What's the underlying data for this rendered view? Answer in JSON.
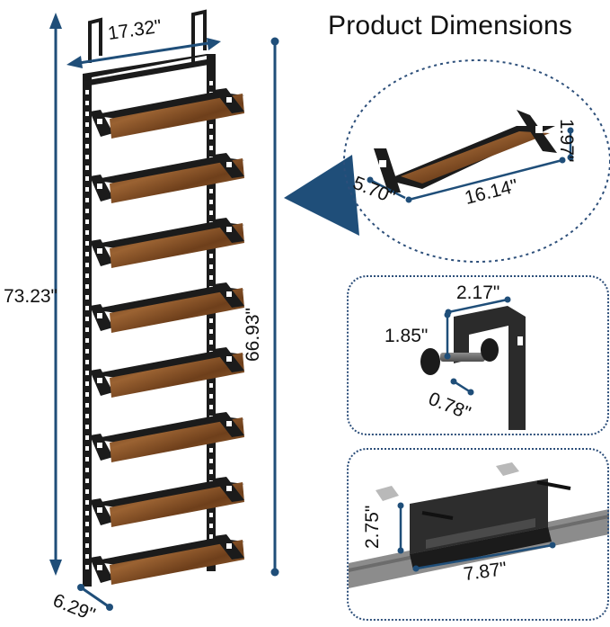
{
  "title": "Product Dimensions",
  "dimensions": {
    "overall_height": "73.23\"",
    "rack_height": "66.93\"",
    "top_width": "17.32\"",
    "bottom_depth": "6.29\"",
    "basket_height": "1.97\"",
    "basket_depth": "5.70\"",
    "basket_width": "16.14\"",
    "hook_width": "2.17\"",
    "hook_height": "1.85\"",
    "hook_depth": "0.78\"",
    "bracket_height": "2.75\"",
    "bracket_width": "7.87\""
  },
  "colors": {
    "accent": "#1f4e79",
    "frame": "#1b1b1b",
    "wood": "#7a4a22"
  },
  "shelf_count": 8
}
